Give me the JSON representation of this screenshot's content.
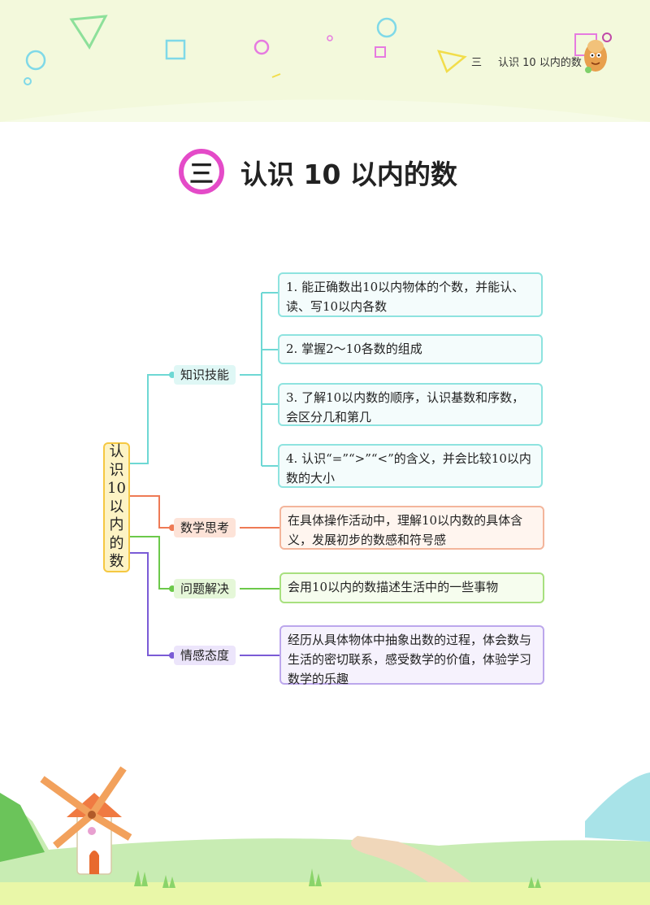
{
  "header": {
    "chapter_numeral": "三",
    "chapter_title": "认识 10 以内的数"
  },
  "title": {
    "badge": "三",
    "text": "认识 10 以内的数"
  },
  "mindmap": {
    "root_chars": [
      "认",
      "识",
      "10",
      "以",
      "内",
      "的",
      "数"
    ],
    "categories": [
      {
        "label": "知识技能",
        "color": "#6ed8d4",
        "items": [
          "1. 能正确数出10以内物体的个数，并能认、读、写10以内各数",
          "2. 掌握2～10各数的组成",
          "3. 了解10以内数的顺序，认识基数和序数，会区分几和第几",
          "4. 认识“=”“>”“<”的含义，并会比较10以内数的大小"
        ]
      },
      {
        "label": "数学思考",
        "color": "#ee7a55",
        "items": [
          "在具体操作活动中，理解10以内数的具体含义，发展初步的数感和符号感"
        ]
      },
      {
        "label": "问题解决",
        "color": "#6cc94a",
        "items": [
          "会用10以内的数描述生活中的一些事物"
        ]
      },
      {
        "label": "情感态度",
        "color": "#7a5bd6",
        "items": [
          "经历从具体物体中抽象出数的过程，体会数与生活的密切联系，感受数学的价值，体验学习数学的乐趣"
        ]
      }
    ]
  }
}
